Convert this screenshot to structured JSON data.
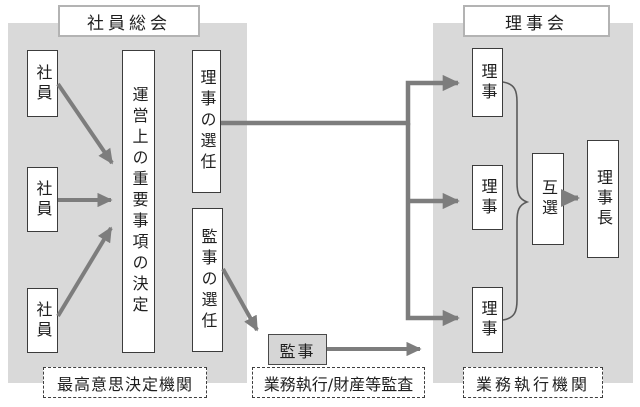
{
  "diagram": {
    "left_panel": {
      "title": "社員総会",
      "caption": "最高意思決定機関",
      "member_boxes": [
        "社員",
        "社員",
        "社員"
      ],
      "decision_box": "運営上の重要事項の決定",
      "director_election_box": "理事の選任",
      "auditor_election_box": "監事の選任"
    },
    "middle": {
      "auditor_box": "監事",
      "caption": "業務執行/財産等監査"
    },
    "right_panel": {
      "title": "理事会",
      "caption": "業務執行機関",
      "director_boxes": [
        "理事",
        "理事",
        "理事"
      ],
      "mutual_election_box": "互選",
      "chairman_box": "理事長"
    },
    "colors": {
      "panel_bg": "#d9d9d9",
      "arrow": "#7d7d7d",
      "box_border": "#3c3c3c",
      "title_border": "#b3b3b3",
      "auditor_fill": "#d6d6d6",
      "brace": "#5a5a5a"
    }
  }
}
